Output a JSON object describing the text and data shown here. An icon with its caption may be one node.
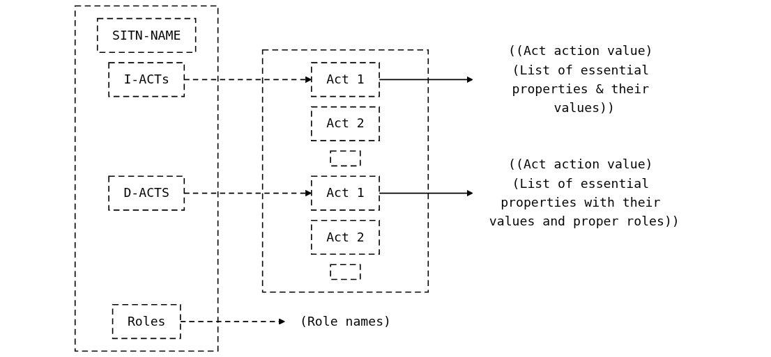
{
  "diagram": {
    "nodes": [
      {
        "text": [],
        "shape": "box"
      },
      {
        "text": [
          "SITN-NAME"
        ],
        "in": 0
      },
      {
        "text": [
          "I-ACTs"
        ],
        "in": 0
      },
      {
        "text": [
          "D-ACTS"
        ],
        "in": 0
      },
      {
        "text": [
          "Roles"
        ],
        "in": 0
      },
      {
        "text": [],
        "shape": "box"
      },
      {
        "text": [
          "Act 1"
        ],
        "in": 5
      },
      {
        "text": [
          "Act 2"
        ],
        "in": 5
      },
      {
        "text": [],
        "shape": "box",
        "in": 5
      },
      {
        "text": [
          "Act 1"
        ],
        "in": 5
      },
      {
        "text": [
          "Act 2"
        ],
        "in": 5
      },
      {
        "text": [],
        "shape": "box",
        "in": 5
      },
      {
        "text": [
          "((Act action value) (List of essential properties & their values))"
        ]
      },
      {
        "text": [
          "((Act action value) (List of essential properties with their values and proper roles))"
        ]
      },
      {
        "text": [
          "(Role names)"
        ]
      }
    ],
    "edges": [
      {
        "from": 2,
        "to": 6,
        "arrow": "to",
        "style": "dashed"
      },
      {
        "from": 3,
        "to": 9,
        "arrow": "to",
        "style": "dashed"
      },
      {
        "from": 6,
        "to": 12,
        "arrow": "to"
      },
      {
        "from": 9,
        "to": 13,
        "arrow": "to"
      },
      {
        "from": 4,
        "to": 14,
        "arrow": "to",
        "style": "dashed"
      }
    ]
  }
}
